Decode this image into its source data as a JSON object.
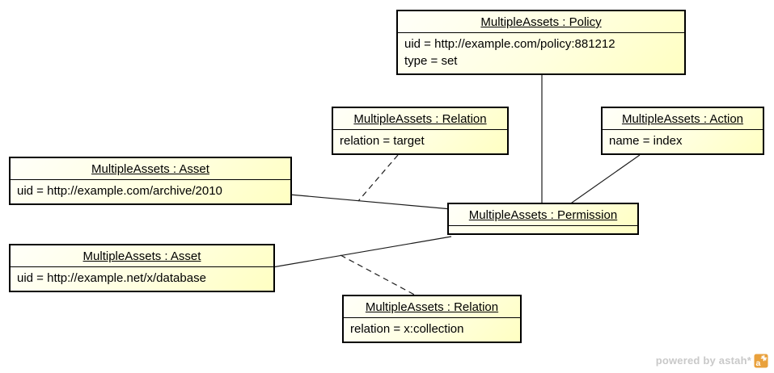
{
  "diagram_type": "uml-object-diagram",
  "nodes": [
    {
      "id": "policy",
      "title": "MultipleAssets : Policy",
      "attributes": [
        "uid = http://example.com/policy:881212",
        "type = set"
      ]
    },
    {
      "id": "relation-target",
      "title": "MultipleAssets : Relation",
      "attributes": [
        "relation = target"
      ]
    },
    {
      "id": "action",
      "title": "MultipleAssets : Action",
      "attributes": [
        "name = index"
      ]
    },
    {
      "id": "asset-archive",
      "title": "MultipleAssets : Asset",
      "attributes": [
        "uid = http://example.com/archive/2010"
      ]
    },
    {
      "id": "asset-database",
      "title": "MultipleAssets : Asset",
      "attributes": [
        "uid = http://example.net/x/database"
      ]
    },
    {
      "id": "permission",
      "title": "MultipleAssets : Permission",
      "attributes": []
    },
    {
      "id": "relation-collection",
      "title": "MultipleAssets : Relation",
      "attributes": [
        "relation = x:collection"
      ]
    }
  ],
  "edges": [
    {
      "from": "policy",
      "to": "permission",
      "style": "solid"
    },
    {
      "from": "action",
      "to": "permission",
      "style": "solid"
    },
    {
      "from": "asset-archive",
      "to": "permission",
      "style": "solid"
    },
    {
      "from": "asset-database",
      "to": "permission",
      "style": "solid"
    },
    {
      "from": "relation-target",
      "to": "link-asset-archive-permission",
      "style": "dashed"
    },
    {
      "from": "relation-collection",
      "to": "link-asset-database-permission",
      "style": "dashed"
    }
  ],
  "footer": {
    "credit": "powered by astah*",
    "logo": "astah-logo"
  },
  "colors": {
    "canvas_bg": "#ffffff",
    "node_border": "#000000",
    "node_fill_top": "#fffff9",
    "node_fill_bottom": "#ffffc2",
    "edge_color": "#1c1c1c",
    "credit_color": "#c9c9c9",
    "logo_orange": "#e9a13c"
  }
}
